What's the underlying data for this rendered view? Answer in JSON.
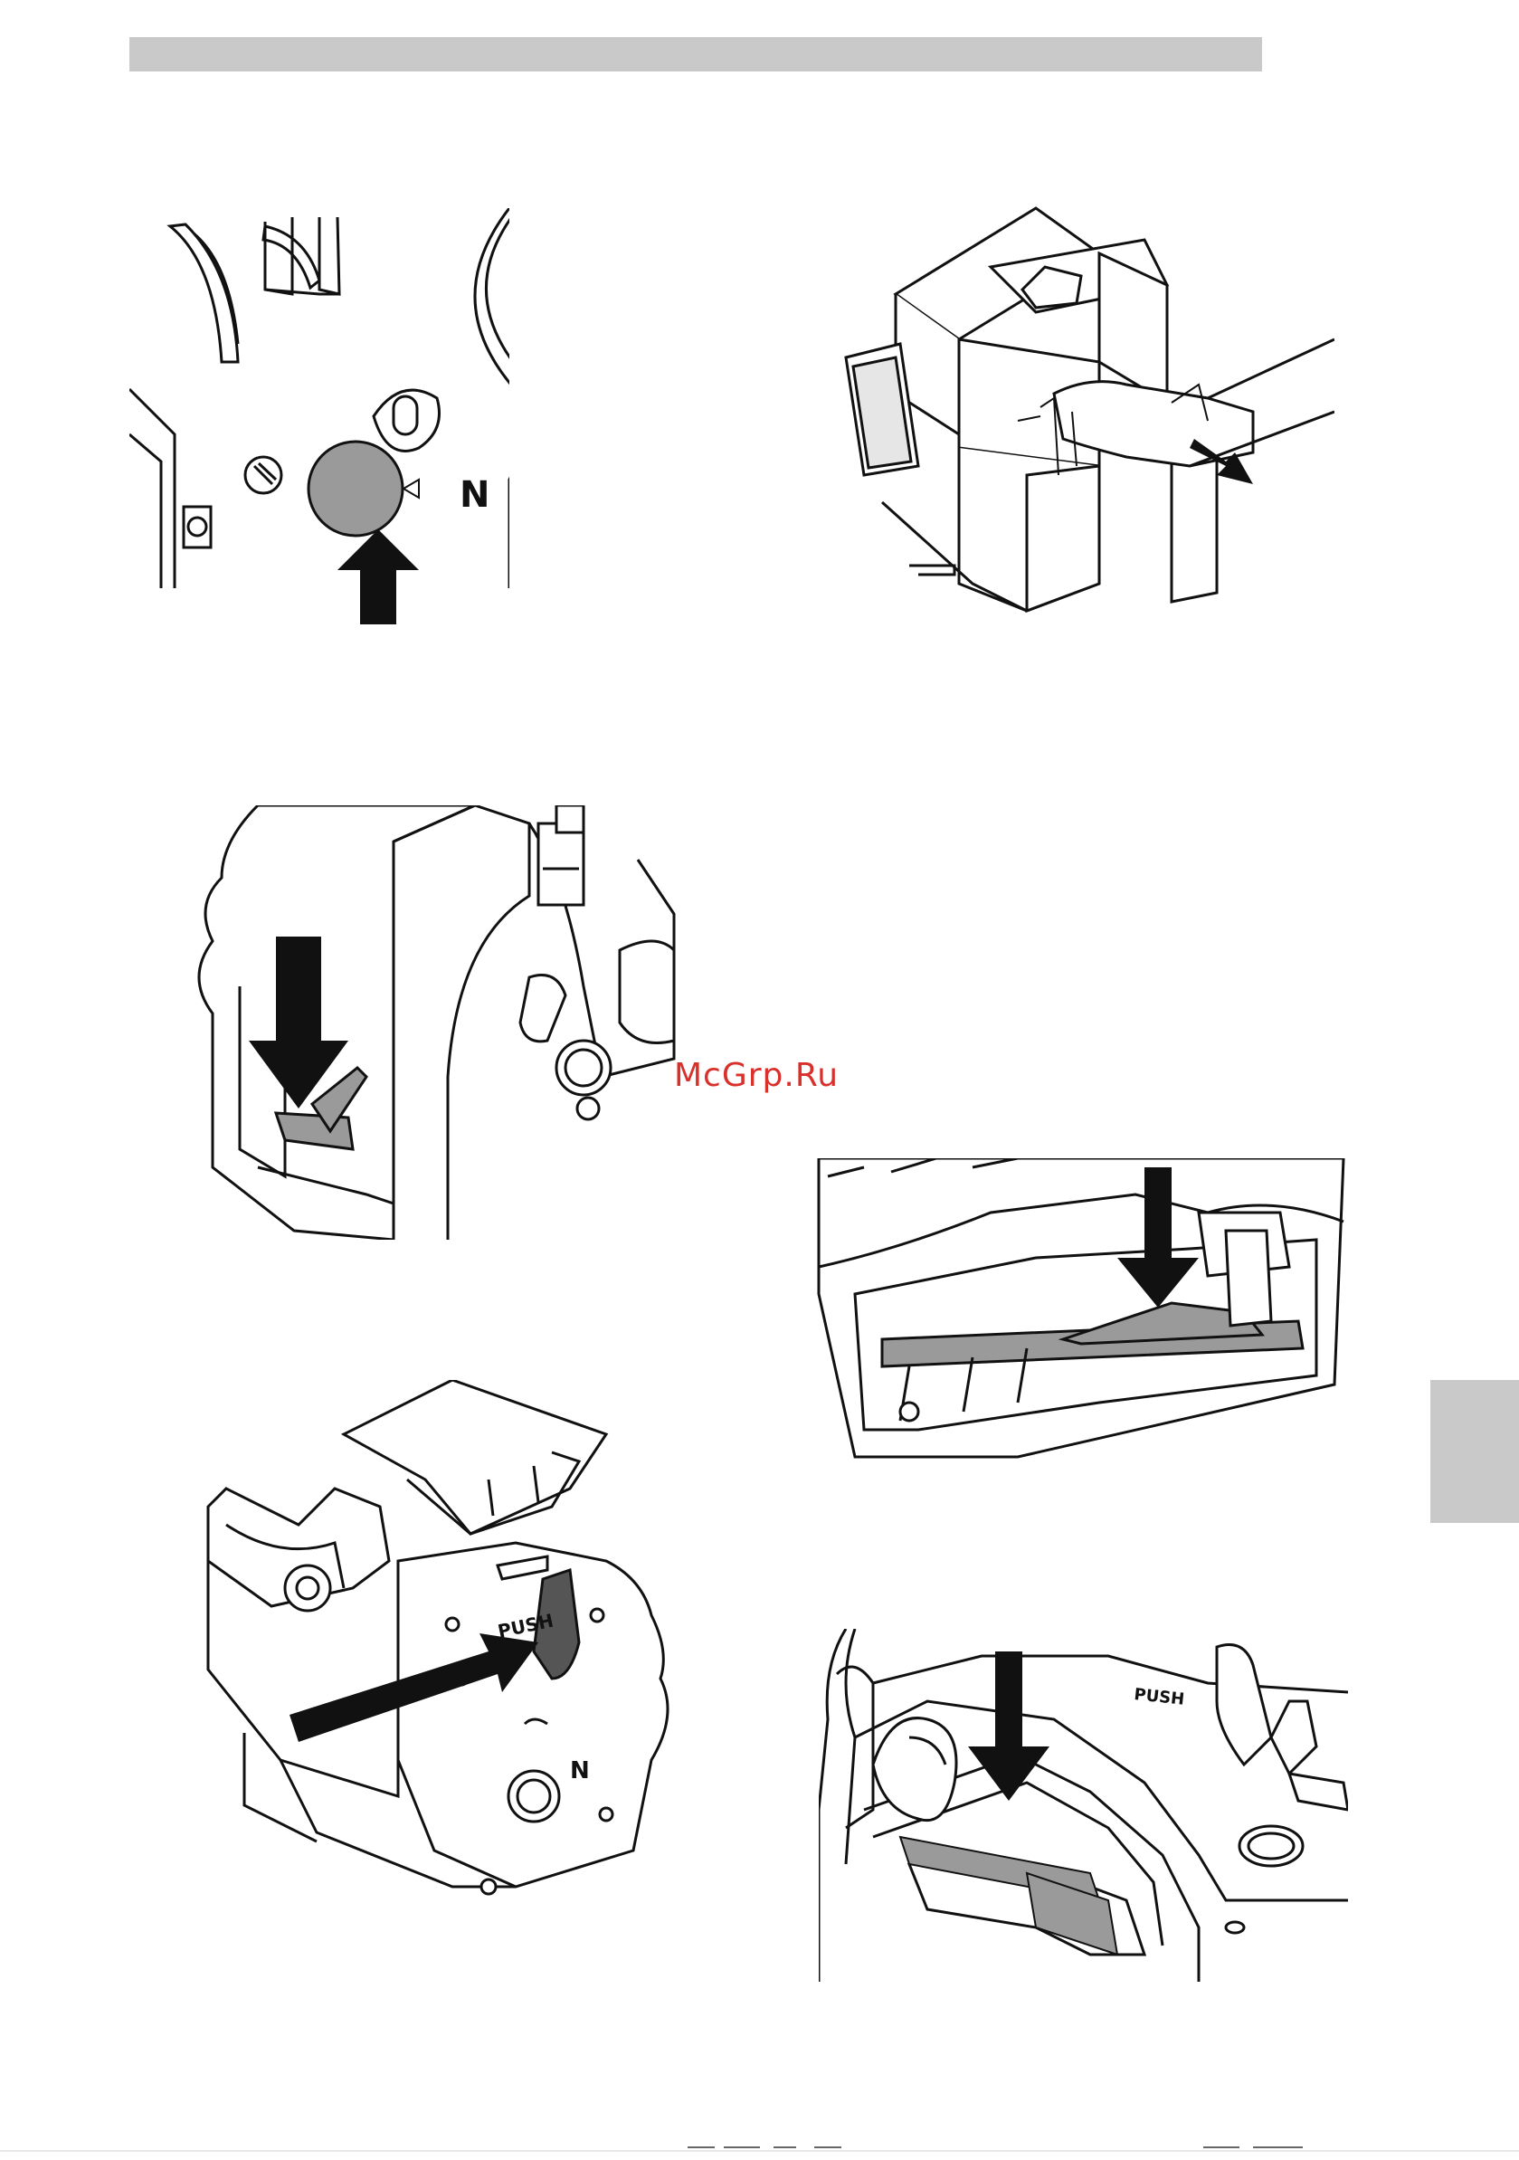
{
  "watermark": "McGrp.Ru",
  "figures": {
    "fig1": {
      "label": "N"
    },
    "fig5": {
      "push": "PUSH",
      "label": "N"
    },
    "fig7": {
      "push": "PUSH"
    }
  },
  "colors": {
    "header_bar": "#c9c9c9",
    "side_tab": "#c9c9c9",
    "watermark": "#d9302b",
    "highlight_gray": "#9a9a9a"
  }
}
